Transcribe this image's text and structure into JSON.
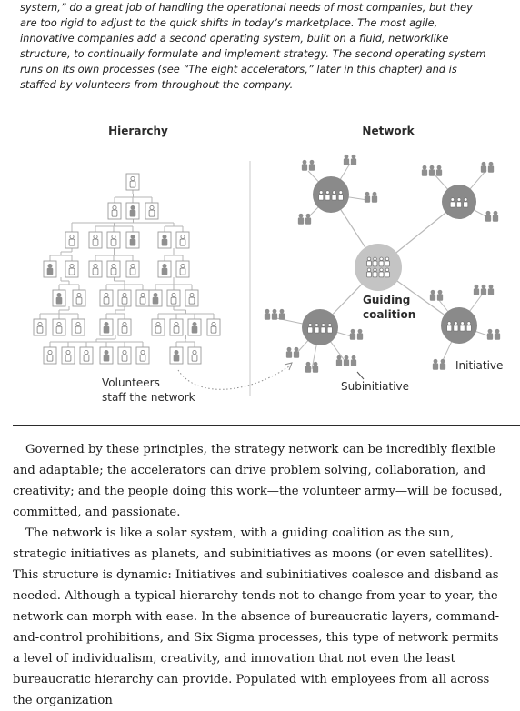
{
  "caption": {
    "text": "system,” do a great job of handling the operational needs of most companies, but they are too rigid to adjust to the quick shifts in today’s marketplace. The most agile, innovative companies add a second operating system, built on a fluid, networklike structure, to continually formulate and implement strategy. The second operating system runs on its own processes (see “The eight accelerators,” later in this chapter) and is staffed by volunteers from throughout the company."
  },
  "figure": {
    "hierarchy_title": "Hierarchy",
    "network_title": "Network",
    "guiding_coalition": [
      "Guiding",
      "coalition"
    ],
    "initiative_label": "Initiative",
    "subinitiative_label": "Subinitiative",
    "volunteers_label": [
      "Volunteers",
      "staff the network"
    ],
    "colors": {
      "dark_circle": "#8a8a8a",
      "light_circle": "#c4c4c4",
      "person_dark": "#8f8f8f",
      "person_light": "#ffffff",
      "line": "#b8b8b8",
      "text": "#2b2b2b"
    }
  },
  "body": {
    "paragraph_1": "Governed by these principles, the strategy network can be incredibly flexible and adaptable; the accelerators can drive problem solving, collaboration, and creativity; and the people doing this work—the volunteer army—will be focused, committed, and passionate.",
    "paragraph_2": "The network is like a solar system, with a guiding coalition as the sun, strategic initiatives as planets, and subinitiatives as moons (or even satellites). This structure is dynamic: Initiatives and subinitiatives coalesce and disband as needed. Although a typical hierarchy tends not to change from year to year, the network can morph with ease. In the absence of bureaucratic layers, command-and-control prohibitions, and Six Sigma processes, this type of network permits a level of individualism, creativity, and innovation that not even the least bureaucratic hierarchy can provide. Populated with employees from all across the organization"
  }
}
